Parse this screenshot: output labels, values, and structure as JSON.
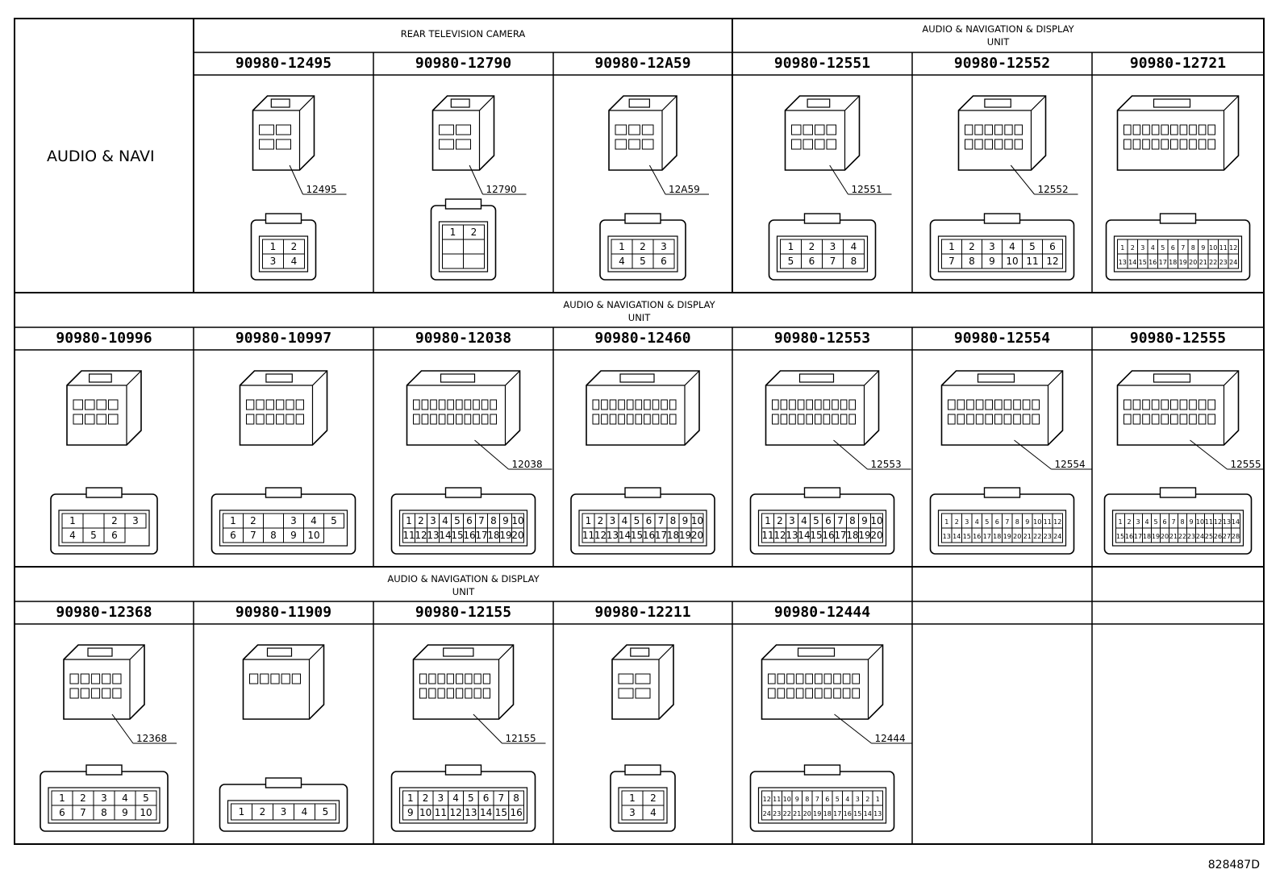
{
  "row_label": "AUDIO & NAVI",
  "figure_id": "828487D",
  "rows": [
    {
      "groups": [
        {
          "title_lines": [
            "REAR TELEVISION CAMERA"
          ]
        },
        {
          "title_lines": [
            "AUDIO & NAVIGATION & DISPLAY",
            "UNIT"
          ]
        }
      ],
      "connectors": [
        {
          "part": "90980-12495",
          "tag": "12495",
          "pins": [
            "1",
            "2",
            "3",
            "4"
          ],
          "cols": 2
        },
        {
          "part": "90980-12790",
          "tag": "12790",
          "pins": [
            "1",
            "2",
            "",
            "",
            "",
            ""
          ],
          "cols": 2
        },
        {
          "part": "90980-12A59",
          "tag": "12A59",
          "pins": [
            "1",
            "2",
            "3",
            "4",
            "5",
            "6"
          ],
          "cols": 3
        },
        {
          "part": "90980-12551",
          "tag": "12551",
          "pins": [
            "1",
            "2",
            "3",
            "4",
            "5",
            "6",
            "7",
            "8"
          ],
          "cols": 4
        },
        {
          "part": "90980-12552",
          "tag": "12552",
          "pins": [
            "1",
            "2",
            "3",
            "4",
            "5",
            "6",
            "7",
            "8",
            "9",
            "10",
            "11",
            "12"
          ],
          "cols": 6
        },
        {
          "part": "90980-12721",
          "tag": "",
          "pins": [
            "1",
            "2",
            "3",
            "4",
            "5",
            "6",
            "7",
            "8",
            "9",
            "10",
            "11",
            "12",
            "13",
            "14",
            "15",
            "16",
            "17",
            "18",
            "19",
            "20",
            "21",
            "22",
            "23",
            "24"
          ],
          "cols": 12
        }
      ]
    },
    {
      "groups": [
        {
          "title_lines": [
            "AUDIO & NAVIGATION & DISPLAY",
            "UNIT"
          ]
        }
      ],
      "connectors": [
        {
          "part": "90980-10996",
          "tag": "",
          "pins": [
            "1",
            "",
            "2",
            "3",
            "4",
            "5",
            "6"
          ],
          "cols": 4
        },
        {
          "part": "90980-10997",
          "tag": "",
          "pins": [
            "1",
            "2",
            "",
            "3",
            "4",
            "5",
            "6",
            "7",
            "8",
            "9",
            "10"
          ],
          "cols": 6
        },
        {
          "part": "90980-12038",
          "tag": "12038",
          "pins": [
            "1",
            "2",
            "3",
            "4",
            "5",
            "6",
            "7",
            "8",
            "9",
            "10",
            "11",
            "12",
            "13",
            "14",
            "15",
            "16",
            "17",
            "18",
            "19",
            "20"
          ],
          "cols": 10
        },
        {
          "part": "90980-12460",
          "tag": "",
          "pins": [
            "1",
            "2",
            "3",
            "4",
            "5",
            "6",
            "7",
            "8",
            "9",
            "10",
            "11",
            "12",
            "13",
            "14",
            "15",
            "16",
            "17",
            "18",
            "19",
            "20"
          ],
          "cols": 10
        },
        {
          "part": "90980-12553",
          "tag": "12553",
          "pins": [
            "1",
            "2",
            "3",
            "4",
            "5",
            "6",
            "7",
            "8",
            "9",
            "10",
            "11",
            "12",
            "13",
            "14",
            "15",
            "16",
            "17",
            "18",
            "19",
            "20"
          ],
          "cols": 10
        },
        {
          "part": "90980-12554",
          "tag": "12554",
          "pins": [
            "1",
            "2",
            "3",
            "4",
            "5",
            "6",
            "7",
            "8",
            "9",
            "10",
            "11",
            "12",
            "13",
            "14",
            "15",
            "16",
            "17",
            "18",
            "19",
            "20",
            "21",
            "22",
            "23",
            "24"
          ],
          "cols": 12
        },
        {
          "part": "90980-12555",
          "tag": "12555",
          "pins": [
            "1",
            "2",
            "3",
            "4",
            "5",
            "6",
            "7",
            "8",
            "9",
            "10",
            "11",
            "12",
            "13",
            "14",
            "15",
            "16",
            "17",
            "18",
            "19",
            "20",
            "21",
            "22",
            "23",
            "24",
            "25",
            "26",
            "27",
            "28"
          ],
          "cols": 14
        }
      ]
    },
    {
      "groups": [
        {
          "title_lines": [
            "AUDIO & NAVIGATION & DISPLAY",
            "UNIT"
          ]
        }
      ],
      "connectors": [
        {
          "part": "90980-12368",
          "tag": "12368",
          "pins": [
            "1",
            "2",
            "3",
            "4",
            "5",
            "6",
            "7",
            "8",
            "9",
            "10"
          ],
          "cols": 5
        },
        {
          "part": "90980-11909",
          "tag": "",
          "pins": [
            "1",
            "2",
            "3",
            "4",
            "5"
          ],
          "cols": 5
        },
        {
          "part": "90980-12155",
          "tag": "12155",
          "pins": [
            "1",
            "2",
            "3",
            "4",
            "5",
            "6",
            "7",
            "8",
            "9",
            "10",
            "11",
            "12",
            "13",
            "14",
            "15",
            "16"
          ],
          "cols": 8
        },
        {
          "part": "90980-12211",
          "tag": "",
          "pins": [
            "1",
            "2",
            "3",
            "4"
          ],
          "cols": 2
        },
        {
          "part": "90980-12444",
          "tag": "12444",
          "pins": [
            "12",
            "11",
            "10",
            "9",
            "8",
            "7",
            "6",
            "5",
            "4",
            "3",
            "2",
            "1",
            "24",
            "23",
            "22",
            "21",
            "20",
            "19",
            "18",
            "17",
            "16",
            "15",
            "14",
            "13"
          ],
          "cols": 12
        }
      ]
    }
  ]
}
